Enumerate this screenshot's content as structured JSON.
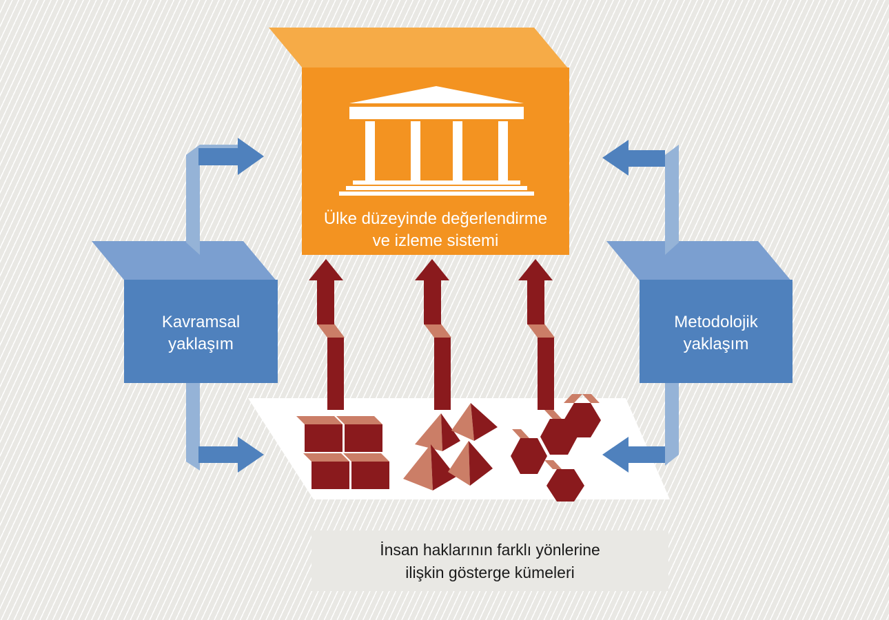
{
  "top_box": {
    "line1": "Ülke düzeyinde değerlendirme",
    "line2": "ve izleme sistemi"
  },
  "left_box": {
    "line1": "Kavramsal",
    "line2": "yaklaşım"
  },
  "right_box": {
    "line1": "Metodolojik",
    "line2": "yaklaşım"
  },
  "caption": {
    "line1": "İnsan haklarının farklı yönlerine",
    "line2": "ilişkin gösterge kümeleri"
  },
  "icons": {
    "top_box": "government-building-icon",
    "cluster_1": "cube-cluster-icon",
    "cluster_2": "pyramid-cluster-icon",
    "cluster_3": "hexagon-cluster-icon"
  },
  "colors": {
    "orange": "#f39321",
    "orange_light": "#f6ab47",
    "blue": "#4f81bd",
    "blue_light": "#7b9fd0",
    "blue_connector": "#95b3d7",
    "dark_red": "#8a1a1d",
    "salmon": "#cb7e67",
    "background": "#e9e8e4"
  }
}
